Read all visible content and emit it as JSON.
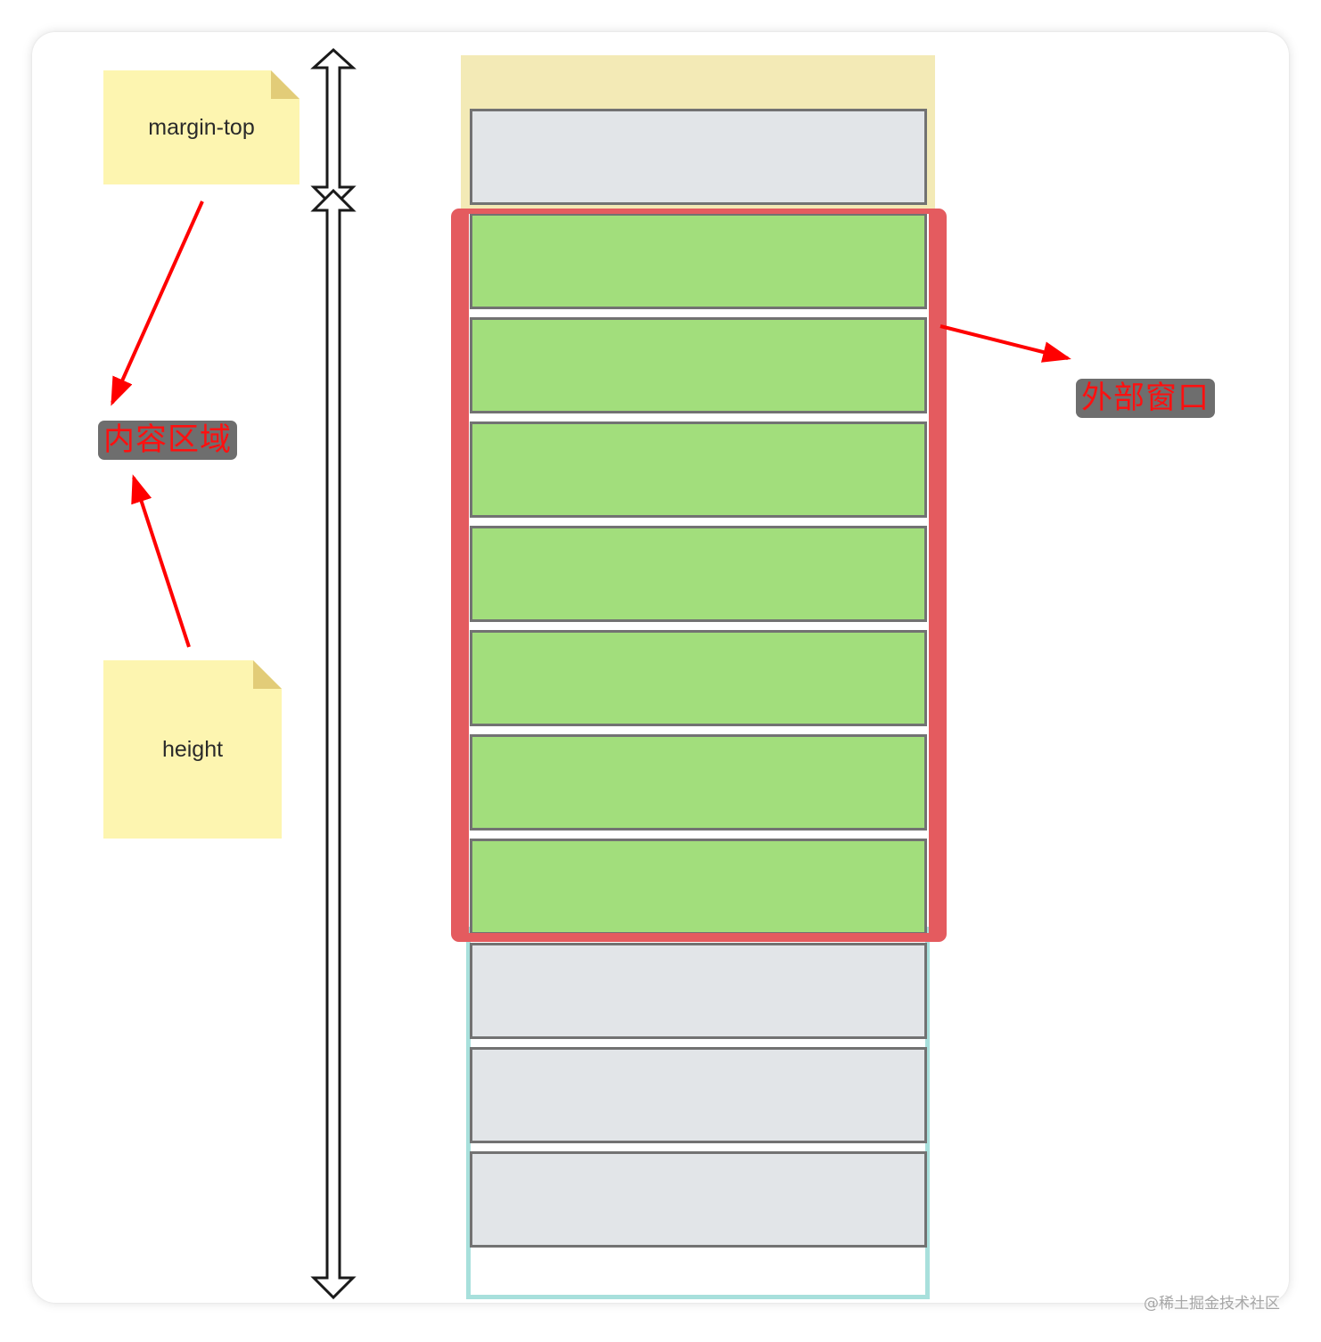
{
  "notes": {
    "margin_top": "margin-top",
    "height": "height"
  },
  "labels": {
    "content_area": "内容区域",
    "outer_window": "外部窗口"
  },
  "watermark": "@稀土掘金技术社区",
  "blocks": {
    "before": 1,
    "inside_window": 7,
    "after": 3
  },
  "colors": {
    "note_fill": "#fdf5b0",
    "margin_fill": "#f3eab6",
    "block_gray": "#e2e5e8",
    "block_green": "#a2de7c",
    "window_border": "#e45b5f",
    "document_outline": "#a8e0dc",
    "label_background": "#6e6e6e",
    "label_text": "#ff1010",
    "arrow_red": "#ff0000"
  },
  "icons": [
    "double-headed-arrow-icon",
    "red-arrow-icon"
  ]
}
